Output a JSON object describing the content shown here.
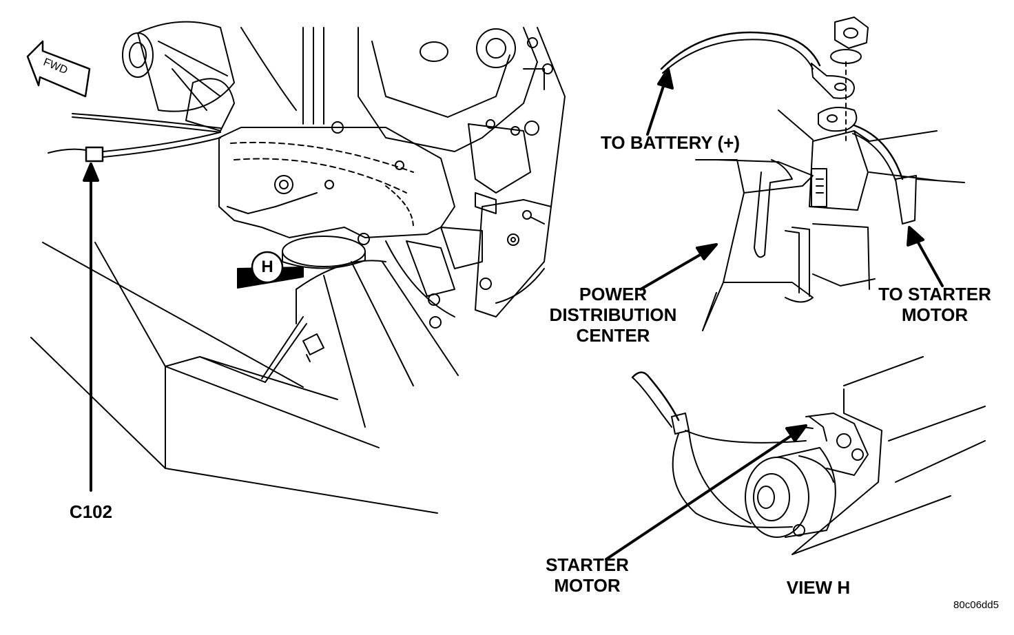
{
  "labels": {
    "fwd": "FWD",
    "h_callout": "H",
    "c102": "C102",
    "to_battery": "TO BATTERY (+)",
    "power_distribution_center": [
      "POWER",
      "DISTRIBUTION",
      "CENTER"
    ],
    "to_starter_motor": [
      "TO STARTER",
      "MOTOR"
    ],
    "starter_motor": [
      "STARTER",
      "MOTOR"
    ],
    "view_h": "VIEW H",
    "figure_id": "80c06dd5"
  },
  "colors": {
    "ink": "#000000",
    "paper": "#ffffff"
  }
}
